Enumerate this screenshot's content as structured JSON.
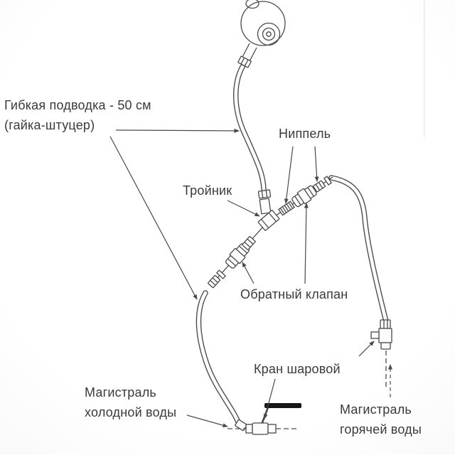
{
  "colors": {
    "background": "#f5f5f5",
    "line": "#4a4a4a",
    "text": "#3a3a3a",
    "handle": "#161616",
    "fitting_fill": "#fcfcfc"
  },
  "labels": {
    "flex_hose": {
      "line1": "Гибкая подводка - 50 см",
      "line2": "(гайка-штуцер)"
    },
    "nipple": {
      "text": "Ниппель"
    },
    "tee": {
      "text": "Тройник"
    },
    "check_valve": {
      "text": "Обратный клапан"
    },
    "ball_valve": {
      "text": "Кран шаровой"
    },
    "cold_main": {
      "line1": "Магистраль",
      "line2": "холодной воды"
    },
    "hot_main": {
      "line1": "Магистраль",
      "line2": "горячей воды"
    }
  }
}
